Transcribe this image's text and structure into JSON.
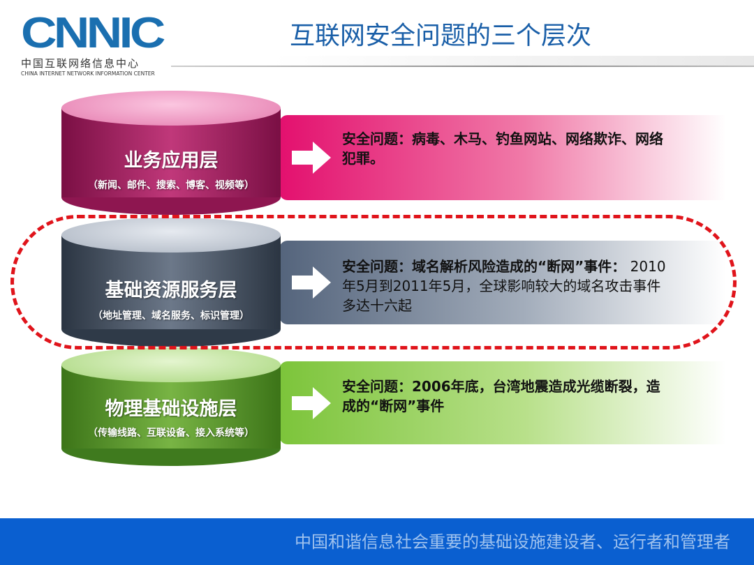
{
  "logo": {
    "mark": "CNNIC",
    "cn": "中国互联网络信息中心",
    "en": "CHINA INTERNET NETWORK INFORMATION CENTER"
  },
  "title": "互联网安全问题的三个层次",
  "layers": [
    {
      "name": "业务应用层",
      "sub": "（新闻、邮件、搜索、博客、视频等）",
      "issue_bold": "安全问题：病毒、木马、钓鱼网站、网络欺诈、网络犯罪。",
      "issue_rest": ""
    },
    {
      "name": "基础资源服务层",
      "sub": "（地址管理、域名服务、标识管理）",
      "issue_bold": "安全问题：域名解析风险造成的“断网”事件：",
      "issue_rest": " 2010年5月到2011年5月，全球影响较大的域名攻击事件多达十六起"
    },
    {
      "name": "物理基础设施层",
      "sub": "（传输线路、互联设备、接入系统等）",
      "issue_bold": "安全问题：2006年底，台湾地震造成光缆断裂，造成的“断网”事件",
      "issue_rest": ""
    }
  ],
  "footer": "中国和谐信息社会重要的基础设施建设者、运行者和管理者"
}
